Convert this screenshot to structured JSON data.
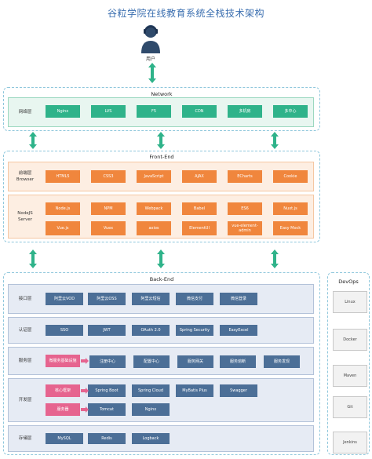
{
  "title": "谷粒学院在线教育系统全栈技术架构",
  "user_label": "用户",
  "network": {
    "title": "Network",
    "row_label": "网络层",
    "items": [
      "Nginx",
      "LVS",
      "F5",
      "CDN",
      "多机房",
      "多中心"
    ]
  },
  "frontend": {
    "title": "Front-End",
    "browser": {
      "label_line1": "前端层",
      "label_line2": "Browser",
      "items": [
        "HTML5",
        "CSS3",
        "JavaScript",
        "AJAX",
        "ECharts",
        "Cookie"
      ]
    },
    "server": {
      "label_line1": "NodeJS",
      "label_line2": "Server",
      "row1": [
        "Node.js",
        "NPM",
        "Webpack",
        "Babel",
        "ES6",
        "Nuxt.js"
      ],
      "row2": [
        "Vue.js",
        "Vuex",
        "axios",
        "ElementUI",
        "vue-element-admin",
        "Easy Mock"
      ]
    }
  },
  "backend": {
    "title": "Back-End",
    "api": {
      "label": "接口层",
      "items": [
        "阿里云VOD",
        "阿里云OSS",
        "阿里云短信",
        "微信支付",
        "微信登录"
      ]
    },
    "security": {
      "label": "认证层",
      "items": [
        "SSO",
        "JWT",
        "OAuth 2.0",
        "Spring Security",
        "EasyExcel"
      ]
    },
    "service": {
      "label": "服务层",
      "pink": "微服务基础设施",
      "items": [
        "注册中心",
        "配置中心",
        "服务网关",
        "服务熔断",
        "服务发现"
      ]
    },
    "dev": {
      "label": "开发层",
      "pink1": "核心框架",
      "pink2": "服务器",
      "row1": [
        "Spring Boot",
        "Spring Cloud",
        "MyBatis Plus",
        "Swagger"
      ],
      "row2": [
        "Tomcat",
        "Nginx"
      ]
    },
    "storage": {
      "label": "存储层",
      "items": [
        "MySQL",
        "Redis",
        "Logback"
      ]
    }
  },
  "devops": {
    "title": "DevOps",
    "items": [
      "Linux",
      "Docker",
      "Maven",
      "Git",
      "Jenkins"
    ]
  },
  "colors": {
    "network": "#2fb38a",
    "frontend": "#f0863d",
    "backend": "#4c6f97",
    "infra": "#e6648f",
    "arrow": "#2fb38a"
  }
}
